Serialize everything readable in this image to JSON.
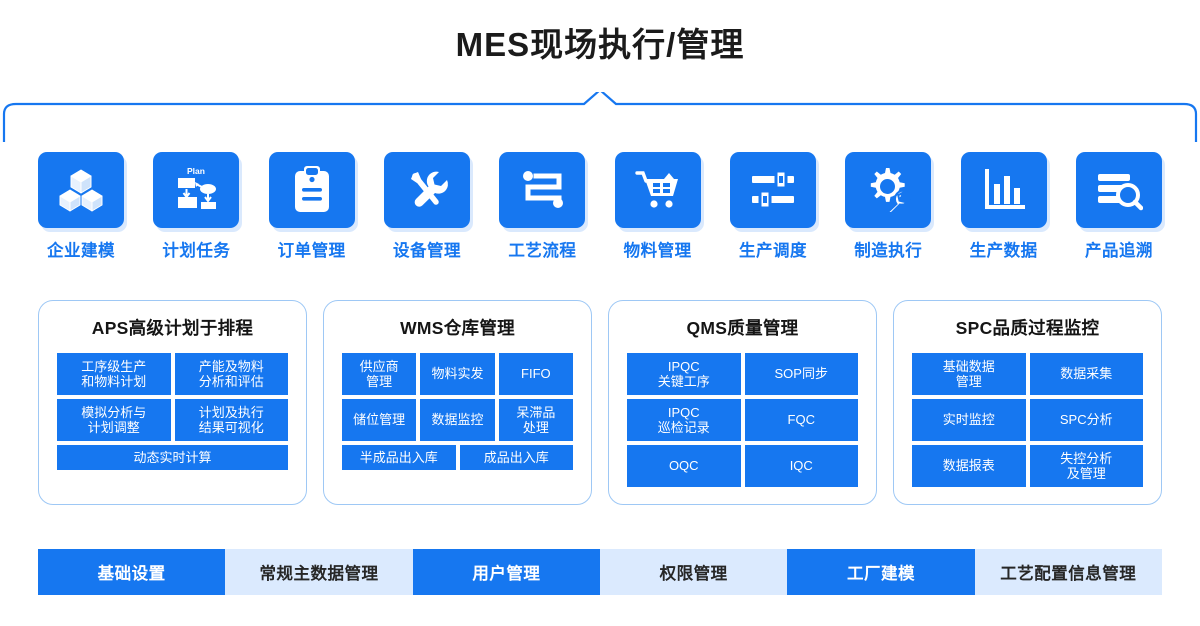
{
  "header": {
    "title": "MES现场执行/管理",
    "bracket_color": "#1677f0"
  },
  "theme": {
    "primary": "#1677f0",
    "tag_blue": "#1677f0",
    "bar_light": "#dbeafe",
    "card_border": "#9ec8f5",
    "title_color": "#1b1b1b"
  },
  "modules": [
    {
      "icon": "cubes-icon",
      "label": "企业建模"
    },
    {
      "icon": "plan-flowchart-icon",
      "label": "计划任务"
    },
    {
      "icon": "clipboard-icon",
      "label": "订单管理"
    },
    {
      "icon": "wrench-screwdriver-icon",
      "label": "设备管理"
    },
    {
      "icon": "process-flow-icon",
      "label": "工艺流程"
    },
    {
      "icon": "shopping-cart-icon",
      "label": "物料管理"
    },
    {
      "icon": "sliders-icon",
      "label": "生产调度"
    },
    {
      "icon": "gear-wrench-icon",
      "label": "制造执行"
    },
    {
      "icon": "bar-chart-icon",
      "label": "生产数据"
    },
    {
      "icon": "document-search-icon",
      "label": "产品追溯"
    }
  ],
  "cards": [
    {
      "title": "APS高级计划于排程",
      "rows": [
        {
          "size": "h2",
          "tags": [
            "工序级生产\n和物料计划",
            "产能及物料\n分析和评估"
          ]
        },
        {
          "size": "h2",
          "tags": [
            "模拟分析与\n计划调整",
            "计划及执行\n结果可视化"
          ]
        },
        {
          "size": "h1",
          "tags": [
            "动态实时计算"
          ]
        }
      ]
    },
    {
      "title": "WMS仓库管理",
      "rows": [
        {
          "size": "h2",
          "tags": [
            "供应商\n管理",
            "物料实发",
            "FIFO"
          ]
        },
        {
          "size": "h2",
          "tags": [
            "储位管理",
            "数据监控",
            "呆滞品\n处理"
          ]
        },
        {
          "size": "h1",
          "tags": [
            "半成品出入库",
            "成品出入库"
          ]
        }
      ]
    },
    {
      "title": "QMS质量管理",
      "rows": [
        {
          "size": "h2",
          "tags": [
            "IPQC\n关键工序",
            "SOP同步"
          ]
        },
        {
          "size": "h2",
          "tags": [
            "IPQC\n巡检记录",
            "FQC"
          ]
        },
        {
          "size": "h2",
          "tags": [
            "OQC",
            "IQC"
          ]
        }
      ]
    },
    {
      "title": "SPC品质过程监控",
      "rows": [
        {
          "size": "h2",
          "tags": [
            "基础数据\n管理",
            "数据采集"
          ]
        },
        {
          "size": "h2",
          "tags": [
            "实时监控",
            "SPC分析"
          ]
        },
        {
          "size": "h2",
          "tags": [
            "数据报表",
            "失控分析\n及管理"
          ]
        }
      ]
    }
  ],
  "bottom_bar": [
    {
      "label": "基础设置",
      "state": "on"
    },
    {
      "label": "常规主数据管理",
      "state": "off"
    },
    {
      "label": "用户管理",
      "state": "on"
    },
    {
      "label": "权限管理",
      "state": "off"
    },
    {
      "label": "工厂建模",
      "state": "on"
    },
    {
      "label": "工艺配置信息管理",
      "state": "off"
    }
  ]
}
